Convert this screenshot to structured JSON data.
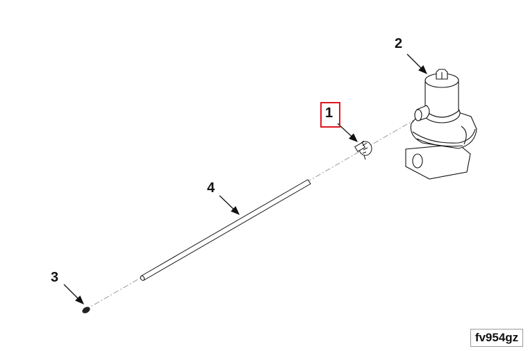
{
  "diagram": {
    "callouts": [
      {
        "label": "1",
        "part": "fitting",
        "selected": true
      },
      {
        "label": "2",
        "part": "valve"
      },
      {
        "label": "3",
        "part": "cap"
      },
      {
        "label": "4",
        "part": "rod"
      }
    ],
    "figure_id": "fv954gz",
    "colors": {
      "line": "#111111",
      "selection": "#e0141e"
    }
  }
}
